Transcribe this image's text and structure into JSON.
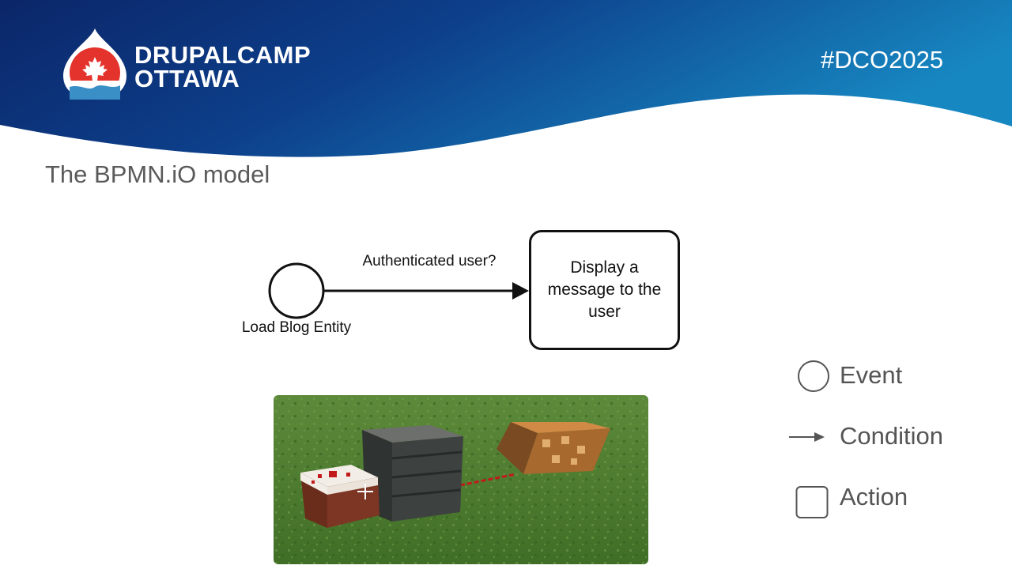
{
  "header": {
    "logo_line1": "DRUPALCAMP",
    "logo_line2": "OTTAWA",
    "hashtag": "#DCO2025",
    "colors": {
      "wave_start": "#0c2a6e",
      "wave_end": "#1a86c2"
    }
  },
  "slide": {
    "title": "The BPMN.iO model"
  },
  "diagram": {
    "start_event_label": "Load Blog Entity",
    "flow_label": "Authenticated user?",
    "task_label": "Display a message to the user"
  },
  "legend": {
    "items": [
      {
        "icon": "circle-icon",
        "label": "Event"
      },
      {
        "icon": "arrow-icon",
        "label": "Condition"
      },
      {
        "icon": "square-icon",
        "label": "Action"
      }
    ]
  },
  "image": {
    "icon": "minecraft-redstone-scene"
  }
}
